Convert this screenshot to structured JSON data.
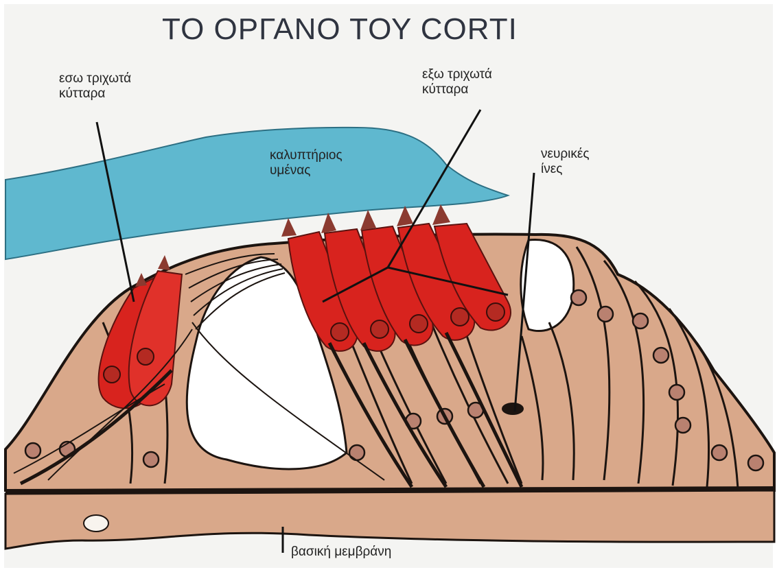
{
  "title": "ΤΟ ΟΡΓΑΝΟ ΤΟΥ CORTI",
  "labels": {
    "inner_hair_cells": {
      "line1": "εσω τριχωτά",
      "line2": "κύτταρα"
    },
    "outer_hair_cells": {
      "line1": "εξω τριχωτά",
      "line2": "κύτταρα"
    },
    "tectorial_membrane": {
      "line1": "καλυπτήριος",
      "line2": "υμένας"
    },
    "nerve_fibers": {
      "line1": "νευρικές",
      "line2": "ίνες"
    },
    "basilar_membrane": "βασική μεμβράνη"
  },
  "colors": {
    "background": "#ffffff",
    "tectorial": "#5fb8cf",
    "tissue": "#d9a88a",
    "hair_cell": "#d8231e",
    "outline": "#1c1410"
  }
}
